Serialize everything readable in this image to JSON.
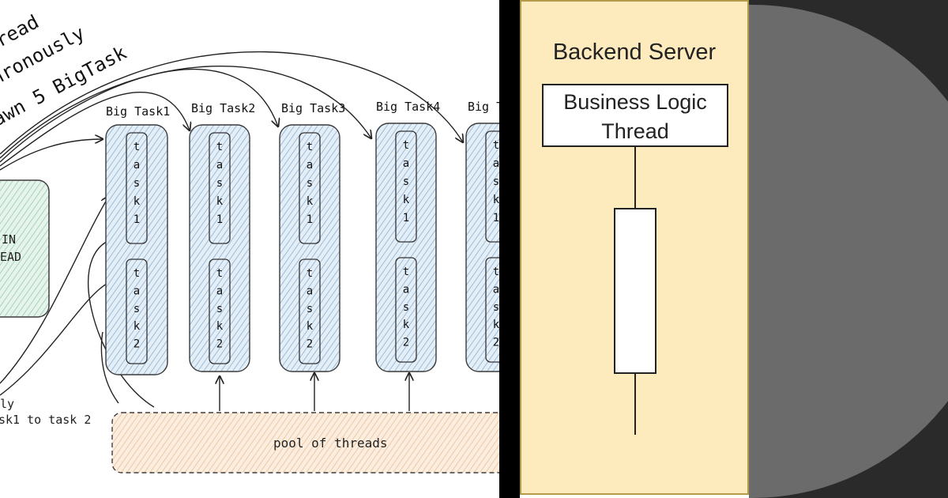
{
  "left_diagram": {
    "header_lines": [
      "read",
      "hronously",
      "awn 5 BigTask"
    ],
    "big_tasks": [
      {
        "label": "Big Task1",
        "sub": [
          "task1",
          "task2"
        ]
      },
      {
        "label": "Big Task2",
        "sub": [
          "task1",
          "task2"
        ]
      },
      {
        "label": "Big Task3",
        "sub": [
          "task1",
          "task2"
        ]
      },
      {
        "label": "Big Task4",
        "sub": [
          "task1",
          "task2"
        ]
      },
      {
        "label": "Big T",
        "sub": [
          "task1",
          "task2"
        ]
      }
    ],
    "main_thread_label": [
      "IN",
      "EAD"
    ],
    "pool_label": "pool of threads",
    "note_lines": [
      "ly",
      "sk1 to task 2"
    ]
  },
  "server": {
    "title": "Backend Server",
    "logic_box_lines": [
      "Business Logic",
      "Thread"
    ]
  },
  "colors": {
    "task_fill": "#c9dced",
    "task_stroke": "#2d2d2d",
    "main_fill": "#d2ece0",
    "pool_fill": "#f6dcc1",
    "server_bg": "#fdebbd",
    "dark_bg": "#2a2a2a",
    "circle": "#6b6b6b"
  }
}
